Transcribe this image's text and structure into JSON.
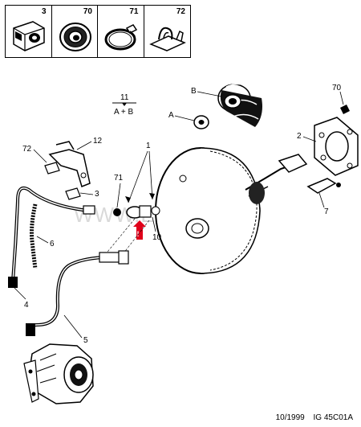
{
  "parts_strip": [
    {
      "number": "3",
      "icon": "clip-block-icon"
    },
    {
      "number": "70",
      "icon": "grommet-ring-icon"
    },
    {
      "number": "71",
      "icon": "hose-clamp-icon"
    },
    {
      "number": "72",
      "icon": "pipe-clip-icon"
    }
  ],
  "callouts": {
    "c1": "1",
    "c2": "2",
    "c3": "3",
    "c4": "4",
    "c5": "5",
    "c6": "6",
    "c7": "7",
    "c10": "10",
    "c11": "11",
    "c11_sub": "A + B",
    "c12": "12",
    "c70": "70",
    "c71": "71",
    "c72": "72",
    "cA": "A",
    "cB": "B"
  },
  "watermark": "WWW.ELCATS.RU",
  "footer": {
    "date": "10/1999",
    "code": "IG 45C01A"
  },
  "colors": {
    "warning_arrow": "#e0001a",
    "line": "#000000",
    "watermark": "#d9d9d9"
  }
}
